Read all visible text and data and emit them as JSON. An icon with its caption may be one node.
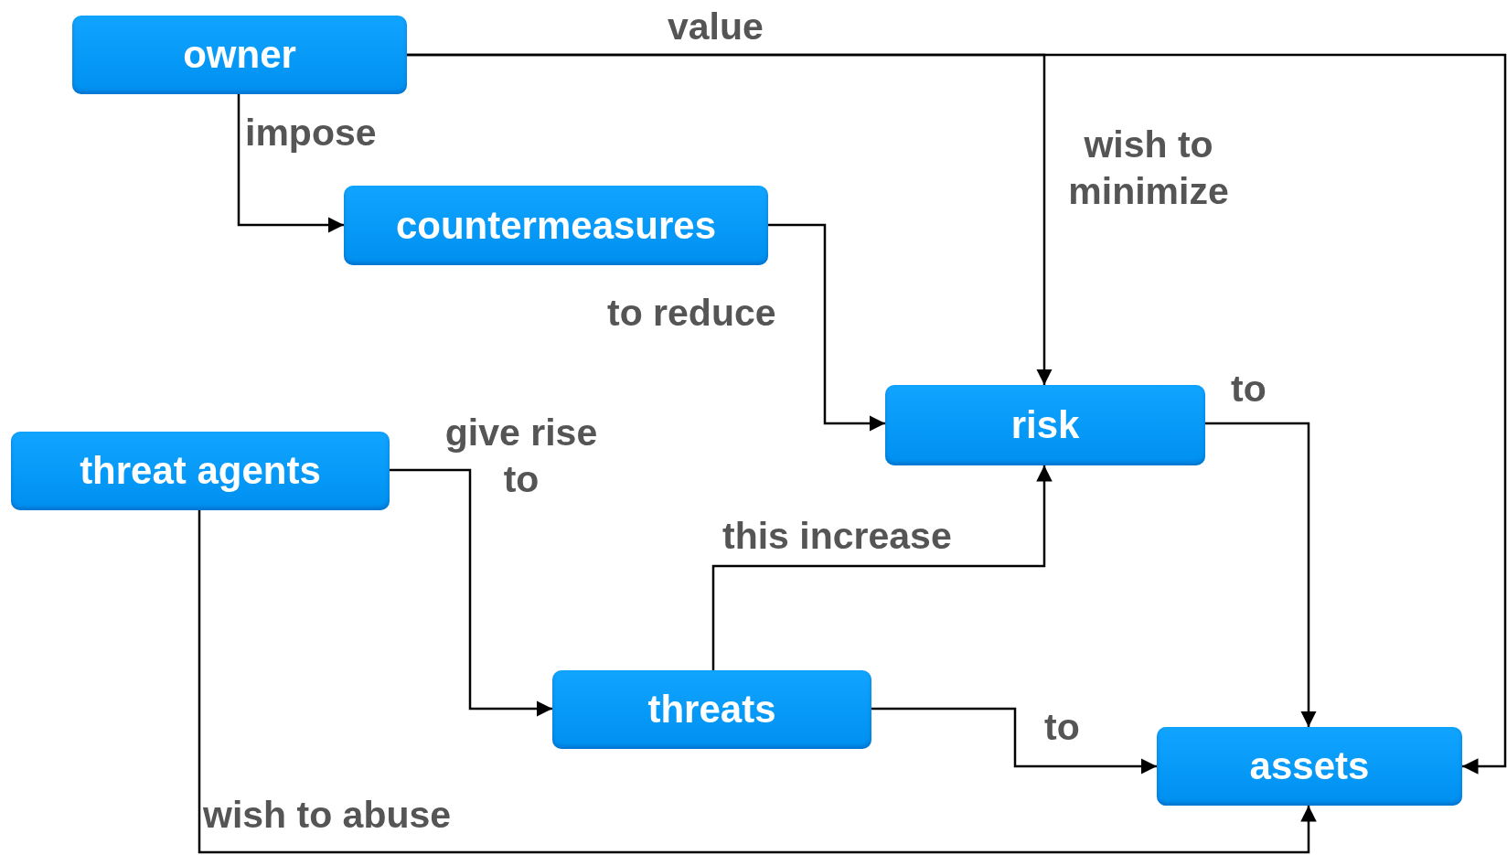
{
  "diagram": {
    "nodes": [
      {
        "text": [
          "owner"
        ]
      },
      {
        "text": [
          "countermeasures"
        ]
      },
      {
        "text": [
          "risk"
        ]
      },
      {
        "text": [
          "threat agents"
        ]
      },
      {
        "text": [
          "threats"
        ]
      },
      {
        "text": [
          "assets"
        ]
      }
    ],
    "edges": [
      {
        "from": 0,
        "to": 1,
        "arrow": "to",
        "label": "impose"
      },
      {
        "from": 0,
        "to": 2,
        "arrow": "to",
        "label": "wish to minimize"
      },
      {
        "from": 0,
        "to": 5,
        "arrow": "to",
        "label": "value"
      },
      {
        "from": 1,
        "to": 2,
        "arrow": "to",
        "label": "to reduce"
      },
      {
        "from": 3,
        "to": 4,
        "arrow": "to",
        "label": "give rise to"
      },
      {
        "from": 4,
        "to": 2,
        "arrow": "to",
        "label": "this increase"
      },
      {
        "from": 2,
        "to": 5,
        "arrow": "to",
        "label": "to"
      },
      {
        "from": 4,
        "to": 5,
        "arrow": "to",
        "label": "to"
      },
      {
        "from": 3,
        "to": 5,
        "arrow": "to",
        "label": "wish to abuse"
      }
    ]
  }
}
